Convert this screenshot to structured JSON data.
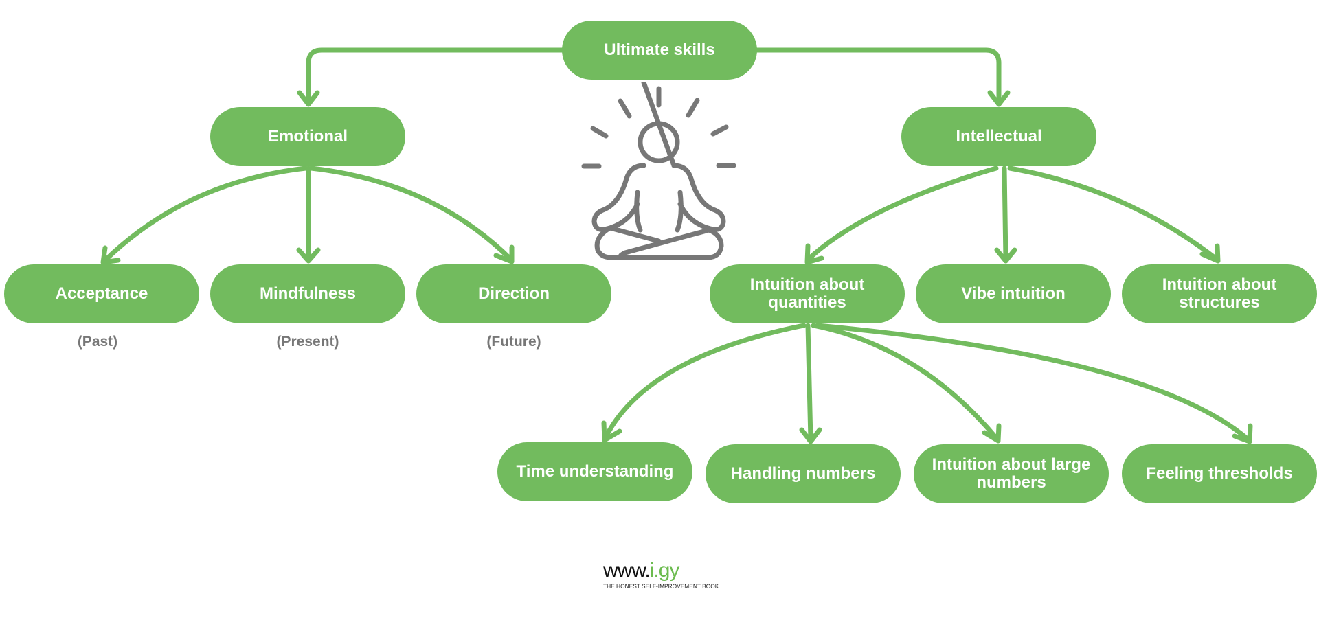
{
  "colors": {
    "node_fill": "#72bb5e",
    "node_text": "#ffffff",
    "arrow": "#72bb5e",
    "icon": "#777777",
    "sublabel": "#777777",
    "logo_accent": "#6cbb4f"
  },
  "root": {
    "label": "Ultimate skills"
  },
  "branches": {
    "emotional": {
      "label": "Emotional",
      "children": [
        {
          "label": "Acceptance",
          "sublabel": "(Past)"
        },
        {
          "label": "Mindfulness",
          "sublabel": "(Present)"
        },
        {
          "label": "Direction",
          "sublabel": "(Future)"
        }
      ]
    },
    "intellectual": {
      "label": "Intellectual",
      "children": [
        {
          "label": "Intuition about quantities",
          "children": [
            {
              "label": "Time understanding"
            },
            {
              "label": "Handling numbers"
            },
            {
              "label": "Intuition about large numbers"
            },
            {
              "label": "Feeling thresholds"
            }
          ]
        },
        {
          "label": "Vibe intuition"
        },
        {
          "label": "Intuition about structures"
        }
      ]
    }
  },
  "icon": {
    "center": "meditation-person-icon"
  },
  "logo": {
    "prefix": "www.",
    "accent": "i.gy",
    "tagline": "THE HONEST SELF-IMPROVEMENT BOOK"
  }
}
